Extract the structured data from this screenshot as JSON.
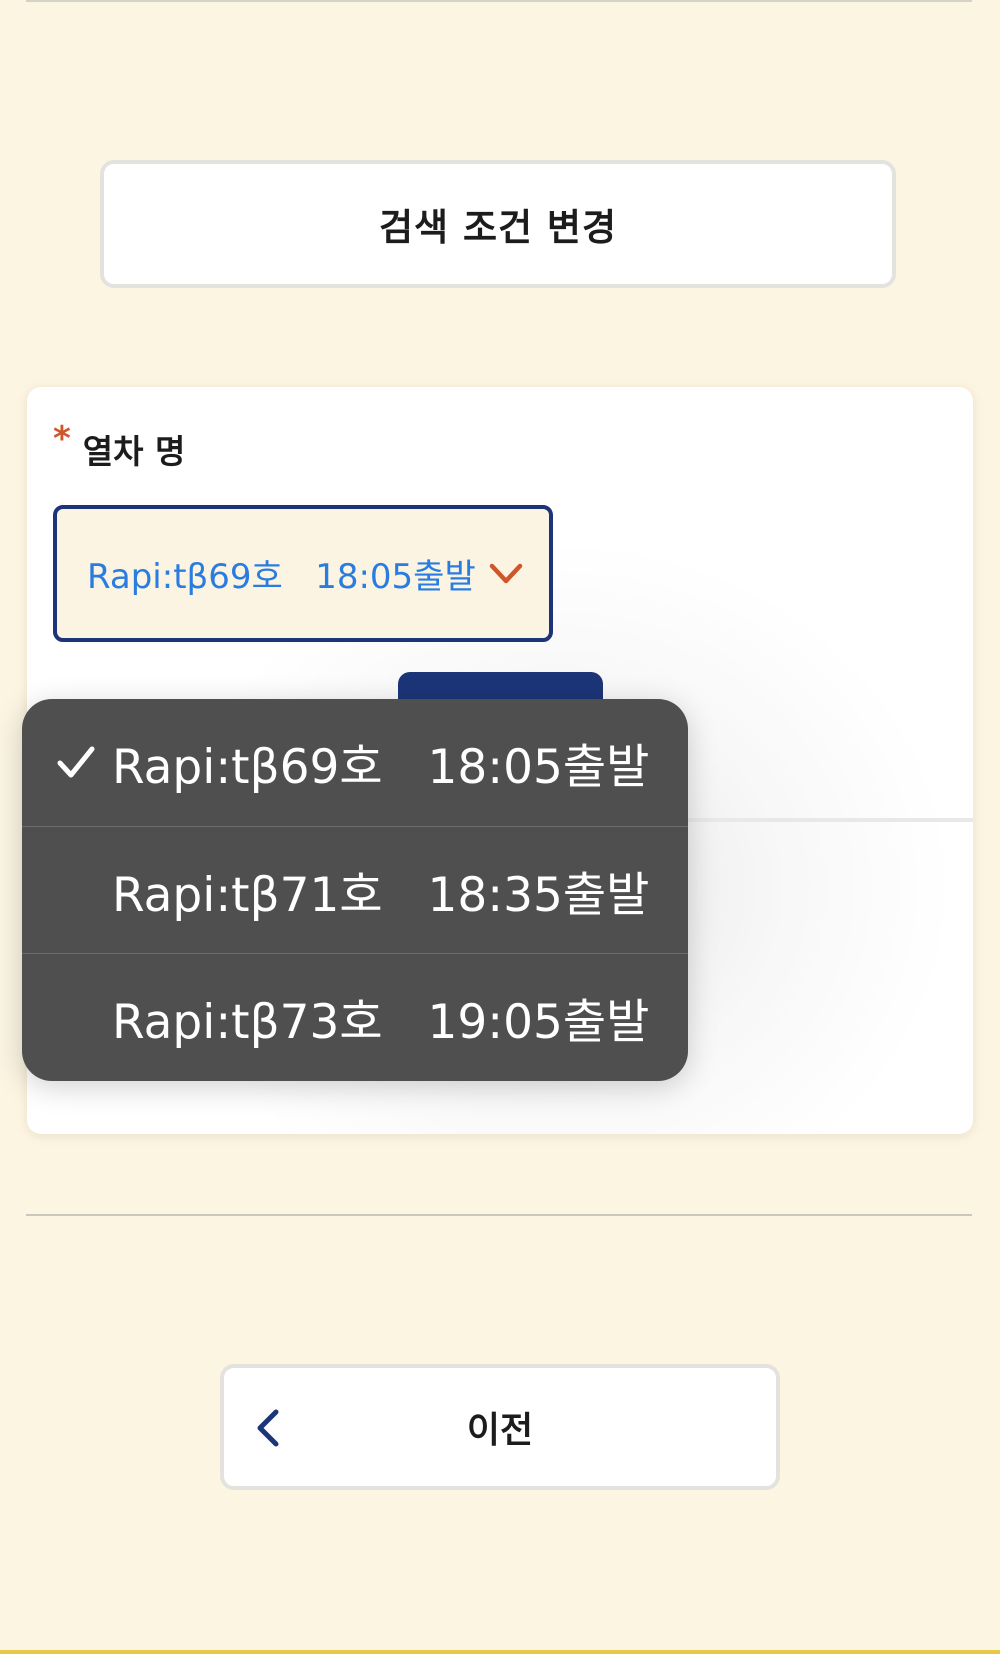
{
  "page": {
    "search_change_label": "검색 조건 변경",
    "prev_label": "이전"
  },
  "form": {
    "train_field": {
      "required_mark": "*",
      "label": "열차 명",
      "selected_value": "Rapi:tβ69호   18:05출발"
    }
  },
  "dropdown": {
    "selected_index": 0,
    "options": [
      {
        "label": "Rapi:tβ69호   18:05출발"
      },
      {
        "label": "Rapi:tβ71호   18:35출발"
      },
      {
        "label": "Rapi:tβ73호   19:05출발"
      }
    ]
  },
  "icons": {
    "select_arrow": "chevron-down-icon",
    "selected_option": "check-icon",
    "prev": "chevron-left-icon"
  },
  "colors": {
    "background": "#fcf5e2",
    "accent_navy": "#1c3578",
    "accent_orange": "#d2552a",
    "link_blue": "#2a7de0",
    "dropdown_bg": "#4f4f50"
  }
}
